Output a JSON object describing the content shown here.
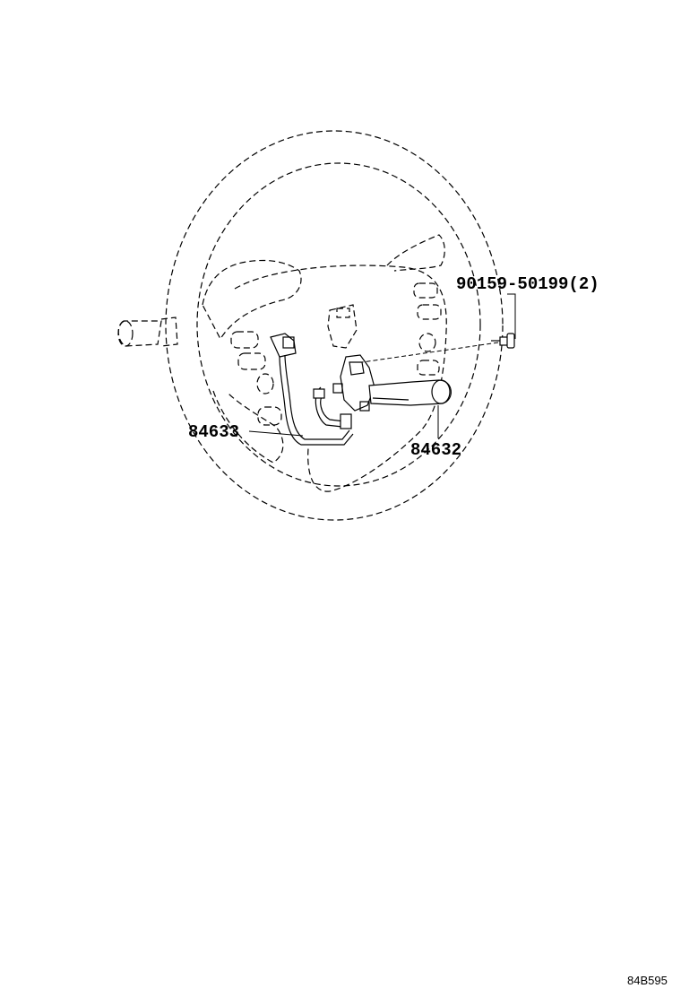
{
  "parts": {
    "bolt_label": "90159-50199(2)",
    "wire_label": "84633",
    "switch_label": "84632"
  },
  "figure_code": "84B595"
}
